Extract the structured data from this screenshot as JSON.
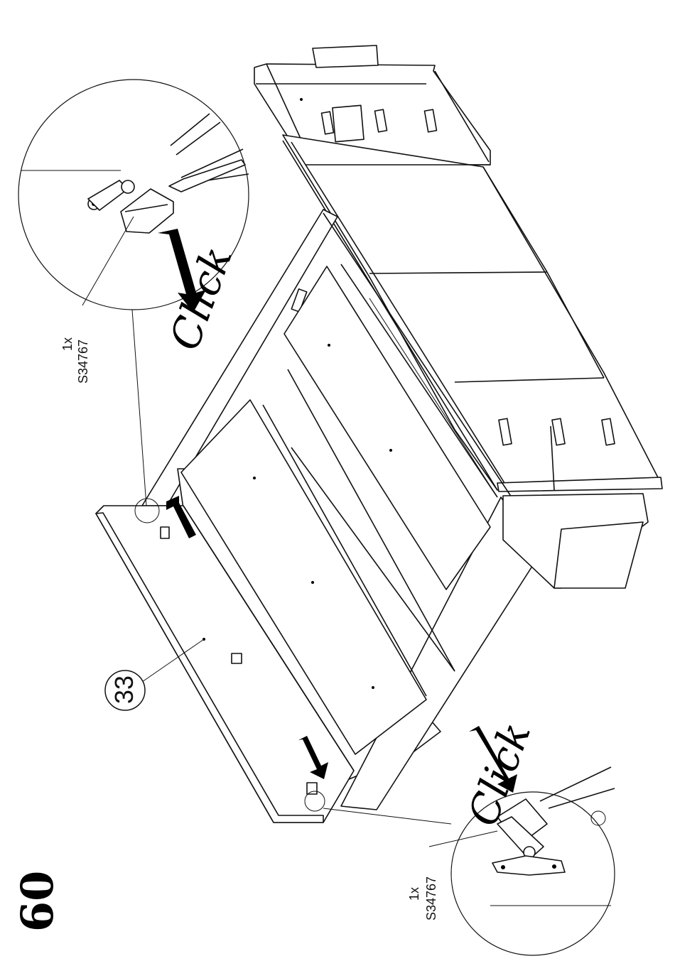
{
  "step_number": "60",
  "part_callout": "33",
  "callouts": [
    {
      "qty": "1x",
      "code": "S34767"
    },
    {
      "qty": "1x",
      "code": "S34767"
    }
  ],
  "click_text": "Click"
}
